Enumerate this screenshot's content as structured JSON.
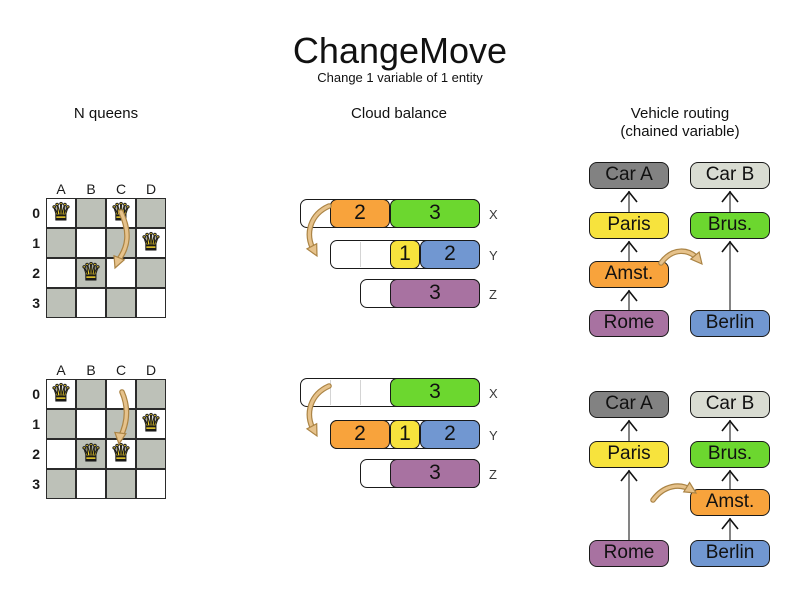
{
  "title": "ChangeMove",
  "subtitle": "Change 1 variable of 1 entity",
  "sections": {
    "nqueens": {
      "heading": "N queens"
    },
    "cloud": {
      "heading": "Cloud balance"
    },
    "vehicle": {
      "heading": "Vehicle routing",
      "heading2": "(chained variable)"
    }
  },
  "colors": {
    "yellow": "#f7e33d",
    "green": "#6cd72f",
    "orange": "#f8a33c",
    "blue": "#7197d1",
    "purple": "#a872a1",
    "carA": "#828282",
    "carB": "#d9dcd2",
    "board_gray": "#bdc1b8",
    "board_white": "#ffffff",
    "move_arrow_fill": "#e6c28b",
    "move_arrow_edge": "#ab8445",
    "chain_line": "#777777"
  },
  "nqueens": {
    "queen_glyph": "♛",
    "col_headers": [
      "A",
      "B",
      "C",
      "D"
    ],
    "row_headers": [
      "0",
      "1",
      "2",
      "3"
    ],
    "boards": [
      {
        "name": "before",
        "queens": [
          {
            "row": 0,
            "col": 0
          },
          {
            "row": 0,
            "col": 2
          },
          {
            "row": 1,
            "col": 3
          },
          {
            "row": 2,
            "col": 1
          }
        ],
        "move": {
          "from": "C0",
          "to": "C2"
        }
      },
      {
        "name": "after",
        "queens": [
          {
            "row": 0,
            "col": 0
          },
          {
            "row": 1,
            "col": 3
          },
          {
            "row": 2,
            "col": 1
          },
          {
            "row": 2,
            "col": 2
          }
        ],
        "move": {
          "from": "C0",
          "to": "C2"
        }
      }
    ]
  },
  "cloud": {
    "states": [
      {
        "name": "before",
        "move": {
          "from_row": "X",
          "to_row": "Y"
        },
        "rows": [
          {
            "label": "X",
            "capacity": 6,
            "blocks": [
              {
                "value": "2",
                "color": "orange"
              },
              {
                "value": "3",
                "color": "green"
              }
            ]
          },
          {
            "label": "Y",
            "capacity": 5,
            "blocks": [
              {
                "value": "1",
                "color": "yellow"
              },
              {
                "value": "2",
                "color": "blue"
              }
            ]
          },
          {
            "label": "Z",
            "capacity": 4,
            "blocks": [
              {
                "value": "3",
                "color": "purple"
              }
            ]
          }
        ]
      },
      {
        "name": "after",
        "move": {
          "from_row": "X",
          "to_row": "Y"
        },
        "rows": [
          {
            "label": "X",
            "capacity": 6,
            "blocks": [
              {
                "value": "3",
                "color": "green"
              }
            ]
          },
          {
            "label": "Y",
            "capacity": 5,
            "blocks": [
              {
                "value": "2",
                "color": "orange"
              },
              {
                "value": "1",
                "color": "yellow"
              },
              {
                "value": "2",
                "color": "blue"
              }
            ]
          },
          {
            "label": "Z",
            "capacity": 4,
            "blocks": [
              {
                "value": "3",
                "color": "purple"
              }
            ]
          }
        ]
      }
    ]
  },
  "vehicle": {
    "states": [
      {
        "name": "before",
        "move": {
          "entity": "Amst.",
          "arrow_to": "chain Berlin-Brus."
        },
        "columns": [
          {
            "nodes": [
              {
                "label": "Car A",
                "color": "carA",
                "slot": 0
              },
              {
                "label": "Paris",
                "color": "yellow",
                "slot": 1
              },
              {
                "label": "Amst.",
                "color": "orange",
                "slot": 2
              },
              {
                "label": "Rome",
                "color": "purple",
                "slot": 3
              }
            ]
          },
          {
            "nodes": [
              {
                "label": "Car B",
                "color": "carB",
                "slot": 0
              },
              {
                "label": "Brus.",
                "color": "green",
                "slot": 1
              },
              {
                "label": "Berlin",
                "color": "blue",
                "slot": 3
              }
            ]
          }
        ]
      },
      {
        "name": "after",
        "move": {
          "entity": "Amst.",
          "arrow_to": "Amst."
        },
        "columns": [
          {
            "nodes": [
              {
                "label": "Car A",
                "color": "carA",
                "slot": 0
              },
              {
                "label": "Paris",
                "color": "yellow",
                "slot": 1
              },
              {
                "label": "Rome",
                "color": "purple",
                "slot": 3
              }
            ]
          },
          {
            "nodes": [
              {
                "label": "Car B",
                "color": "carB",
                "slot": 0
              },
              {
                "label": "Brus.",
                "color": "green",
                "slot": 1
              },
              {
                "label": "Amst.",
                "color": "orange",
                "slot": 2
              },
              {
                "label": "Berlin",
                "color": "blue",
                "slot": 3
              }
            ]
          }
        ]
      }
    ]
  }
}
